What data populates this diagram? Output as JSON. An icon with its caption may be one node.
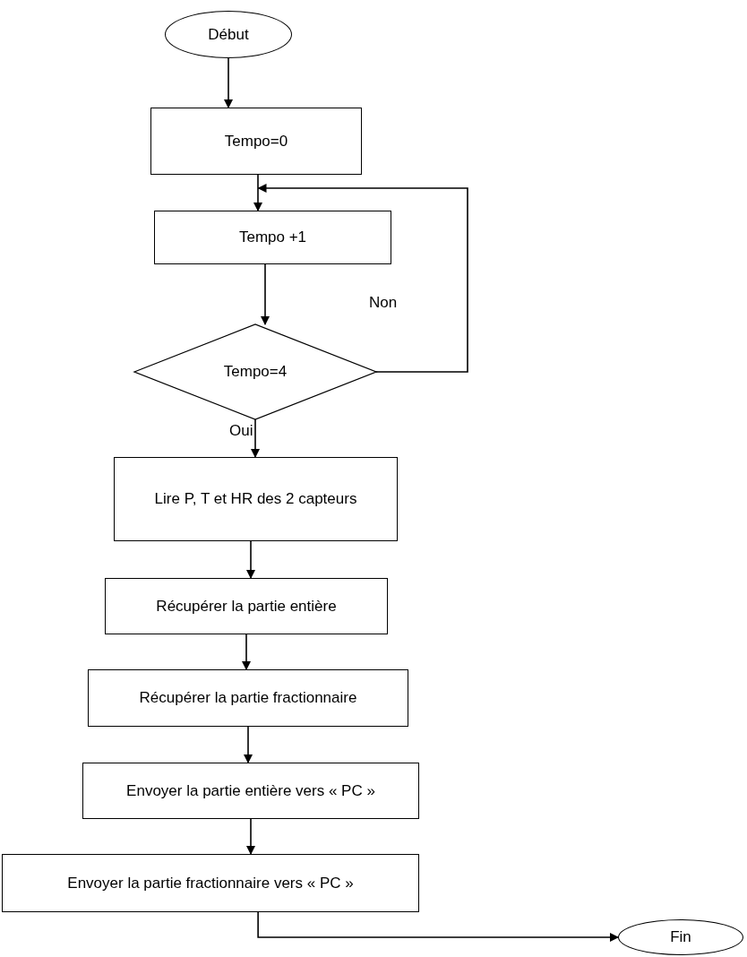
{
  "diagram": {
    "nodes": [
      {
        "text": [
          "Début"
        ]
      },
      {
        "text": [
          "Tempo=0"
        ]
      },
      {
        "text": [
          "Tempo +1"
        ]
      },
      {
        "text": [
          "Tempo=4"
        ]
      },
      {
        "text": [
          "Lire P, T et  HR des 2 capteurs"
        ]
      },
      {
        "text": [
          "Récupérer la partie entière"
        ]
      },
      {
        "text": [
          "Récupérer la partie fractionnaire"
        ]
      },
      {
        "text": [
          "Envoyer la partie entière vers « PC »"
        ]
      },
      {
        "text": [
          "Envoyer la partie fractionnaire vers « PC »"
        ]
      },
      {
        "text": [
          "Fin"
        ]
      }
    ],
    "edges": [
      {
        "from": 0,
        "to": 1,
        "arrow": "to"
      },
      {
        "from": 1,
        "to": 2,
        "arrow": "to"
      },
      {
        "from": 2,
        "to": 3,
        "arrow": "to"
      },
      {
        "from": 3,
        "to": 2,
        "arrow": "to",
        "label": "Non"
      },
      {
        "from": 3,
        "to": 4,
        "arrow": "to",
        "label": "Oui"
      },
      {
        "from": 4,
        "to": 5,
        "arrow": "to"
      },
      {
        "from": 5,
        "to": 6,
        "arrow": "to"
      },
      {
        "from": 6,
        "to": 7,
        "arrow": "to"
      },
      {
        "from": 7,
        "to": 8,
        "arrow": "to"
      },
      {
        "from": 8,
        "to": 9,
        "arrow": "to"
      }
    ]
  }
}
